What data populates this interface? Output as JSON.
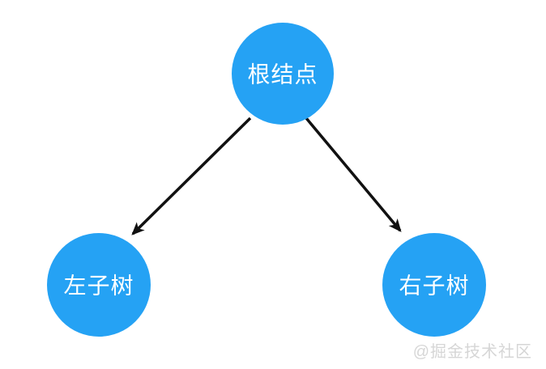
{
  "diagram": {
    "type": "binary-tree",
    "nodes": [
      {
        "id": "root",
        "label": "根结点"
      },
      {
        "id": "left-subtree",
        "label": "左子树"
      },
      {
        "id": "right-subtree",
        "label": "右子树"
      }
    ],
    "edges": [
      {
        "from": "root",
        "to": "left-subtree"
      },
      {
        "from": "root",
        "to": "right-subtree"
      }
    ],
    "colors": {
      "node_fill": "#25A2F4",
      "node_text": "#FFFFFF",
      "arrow": "#111111",
      "background": "#FFFFFF"
    }
  },
  "watermark": {
    "text": "@掘金技术社区",
    "color": "#D6D6D6"
  }
}
